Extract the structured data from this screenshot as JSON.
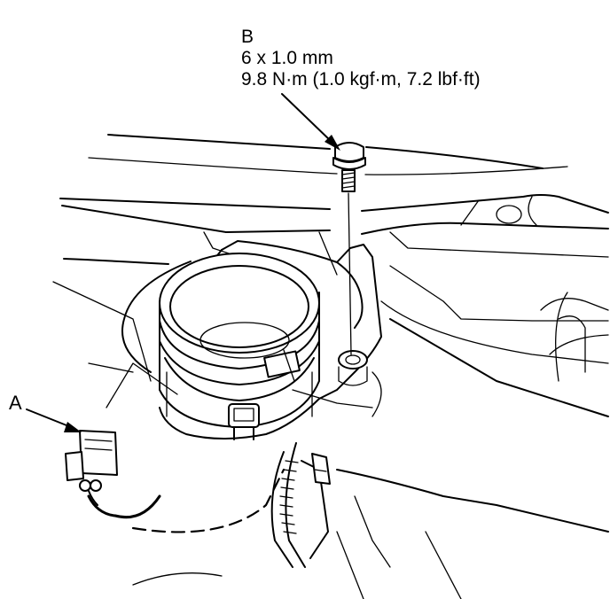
{
  "callouts": {
    "a": {
      "label": "A"
    },
    "b": {
      "label": "B",
      "size": "6 x 1.0 mm",
      "torque": "9.8 N·m (1.0 kgf·m, 7.2 lbf·ft)"
    }
  },
  "colors": {
    "line": "#000000",
    "background": "#ffffff"
  }
}
